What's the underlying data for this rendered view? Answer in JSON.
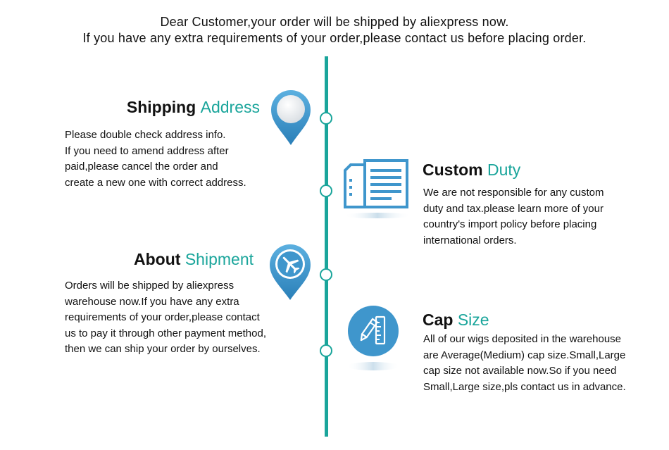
{
  "header": {
    "line1": "Dear Customer,your order will be shipped by aliexpress now.",
    "line2": "If you have any extra requirements of your order,please contact us before placing order."
  },
  "sections": [
    {
      "title_main": "Shipping",
      "title_accent": "Address",
      "icon": "location-pin-icon",
      "lines": [
        "Please double check address info.",
        "If you need to amend address after",
        "paid,please cancel the order and",
        "create a new one with correct address."
      ]
    },
    {
      "title_main": "Custom",
      "title_accent": "Duty",
      "icon": "documents-icon",
      "lines": [
        "We are not responsible for any custom",
        "duty and tax.please learn more of your",
        "country's import policy before placing",
        "international orders."
      ]
    },
    {
      "title_main": "About",
      "title_accent": "Shipment",
      "icon": "airplane-pin-icon",
      "lines": [
        "Orders will be shipped by aliexpress",
        "warehouse now.If you have any extra",
        "requirements of your order,please contact",
        "us to pay it through other payment method,",
        "then we can ship your order by ourselves."
      ]
    },
    {
      "title_main": "Cap",
      "title_accent": "Size",
      "icon": "pencil-ruler-icon",
      "lines": [
        "All of our wigs deposited in the warehouse",
        "are Average(Medium) cap size.Small,Large",
        "cap size not available now.So if you need",
        "Small,Large size,pls contact us in advance."
      ]
    }
  ],
  "colors": {
    "accent": "#1aa59b",
    "icon_blue": "#3f96cc",
    "text": "#111111"
  }
}
